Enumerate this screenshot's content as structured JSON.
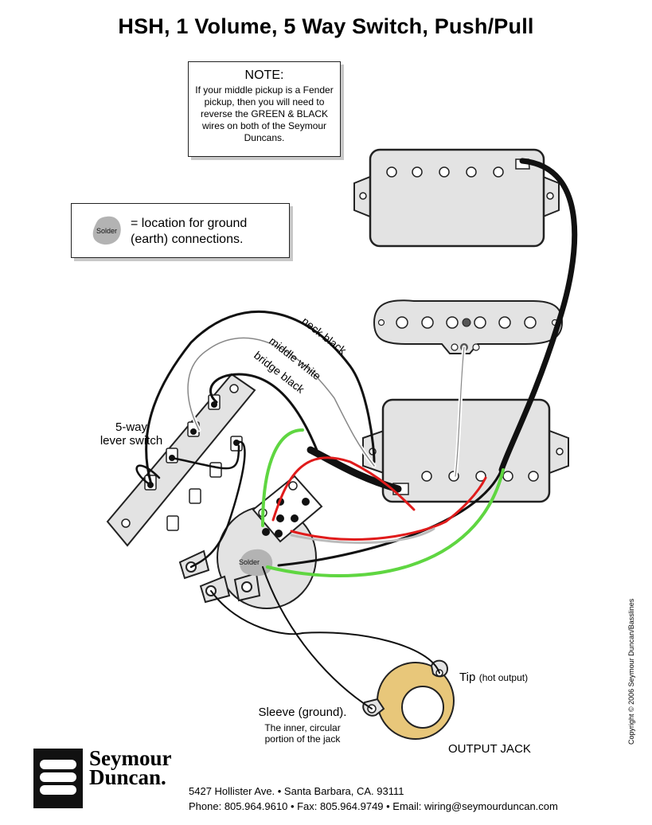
{
  "title": "HSH, 1 Volume, 5 Way Switch, Push/Pull",
  "note": {
    "heading": "NOTE:",
    "body": "If your middle pickup is a Fender pickup, then you will need to reverse the GREEN & BLACK wires on both of the Seymour Duncans."
  },
  "legend": {
    "symbol_label": "Solder",
    "line1": "= location for ground",
    "line2": "(earth) connections."
  },
  "labels": {
    "switch_line1": "5-way",
    "switch_line2": "lever switch",
    "neck_black": "neck black",
    "middle_white": "middle white",
    "bridge_black": "bridge black",
    "pot_solder": "Solder",
    "tip": "Tip",
    "tip_note": "(hot output)",
    "sleeve": "Sleeve (ground).",
    "sleeve_note_1": "The inner, circular",
    "sleeve_note_2": "portion of the jack",
    "output_jack": "OUTPUT JACK"
  },
  "copyright": "Copyright © 2006 Seymour Duncan/Basslines",
  "brand": {
    "line1": "Seymour",
    "line2": "Duncan."
  },
  "address": {
    "line1": "5427 Hollister Ave. • Santa Barbara, CA. 93111",
    "line2": "Phone: 805.964.9610 • Fax: 805.964.9749 • Email: wiring@seymourduncan.com"
  },
  "colors": {
    "wire_black": "#111111",
    "wire_white": "#ffffff",
    "wire_red": "#e01b1b",
    "wire_green": "#5fd641",
    "pickup_fill": "#e3e3e3",
    "jack_ring": "#e8c77a",
    "solder_blob": "#b3b3b3"
  }
}
